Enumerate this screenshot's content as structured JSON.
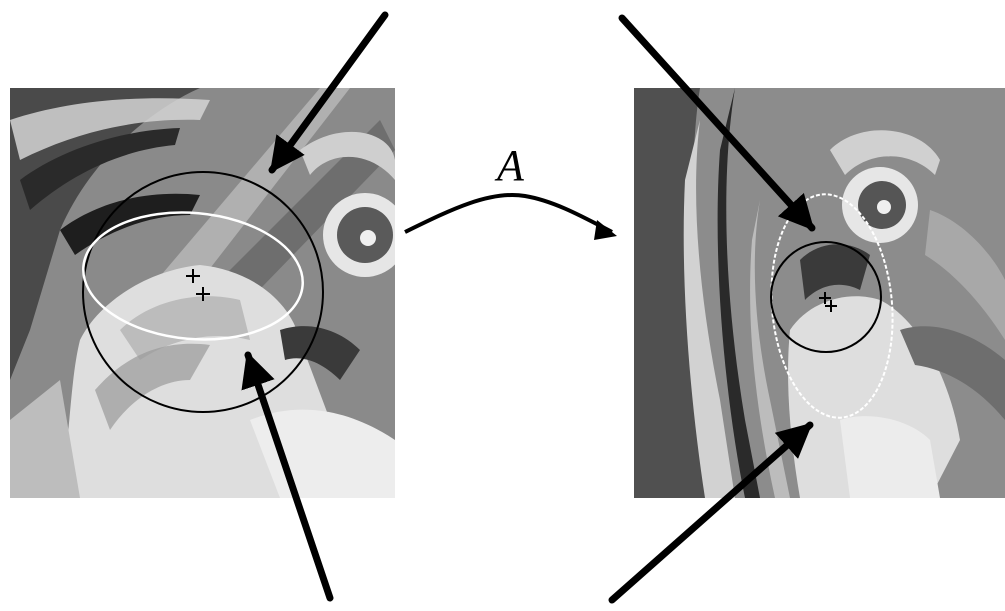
{
  "transform_label": "A",
  "colors": {
    "arrow": "#000000",
    "circle": "#000000",
    "ellipse": "#ffffff",
    "background": "#ffffff",
    "photo_light": "#d8d8d8",
    "photo_mid": "#8a8a8a",
    "photo_dark": "#2a2a2a"
  },
  "panels": [
    {
      "name": "left-image-patch",
      "regions": [
        "circle-region",
        "ellipse-region"
      ]
    },
    {
      "name": "right-image-patch",
      "regions": [
        "circle-region",
        "ellipse-region"
      ]
    }
  ]
}
